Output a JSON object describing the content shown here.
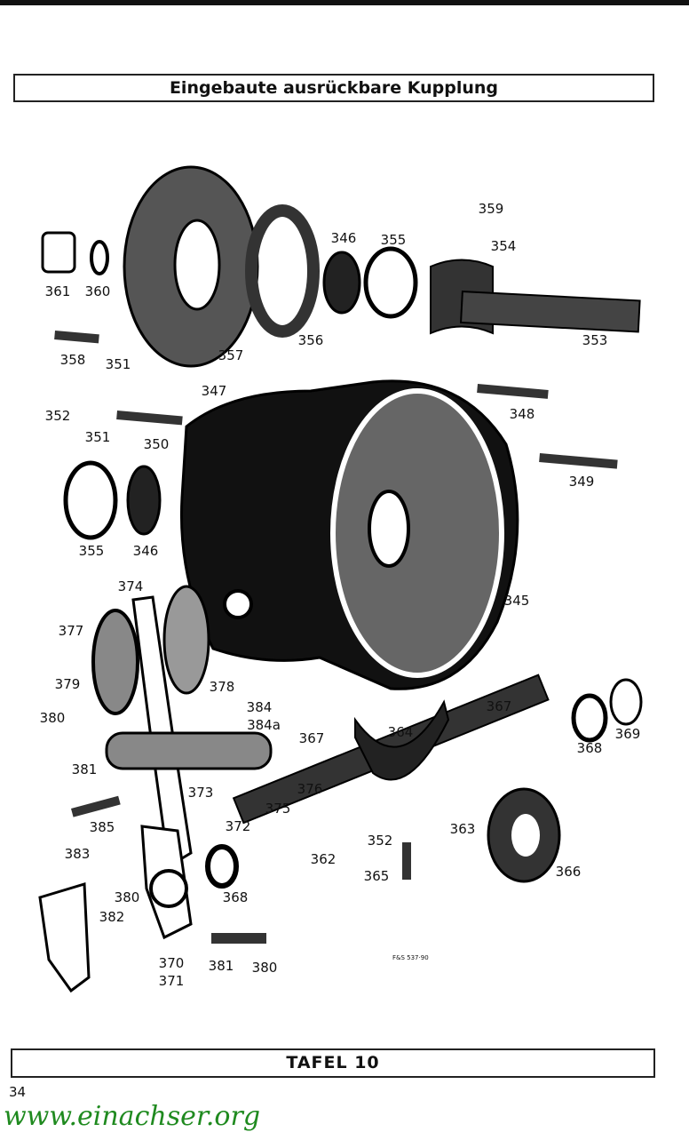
{
  "title": "Eingebaute ausrückbare Kupplung",
  "footer": "TAFEL 10",
  "page_number": "34",
  "watermark": "www.einachser.org",
  "drawing_code": "F&S 537·90",
  "labels": [
    "359",
    "346",
    "355",
    "354",
    "361",
    "360",
    "353",
    "356",
    "358",
    "351",
    "357",
    "347",
    "352",
    "351",
    "350",
    "348",
    "349",
    "355",
    "346",
    "374",
    "345",
    "377",
    "379",
    "378",
    "384",
    "384a",
    "380",
    "367",
    "369",
    "364",
    "368",
    "367",
    "381",
    "376",
    "373",
    "375",
    "372",
    "385",
    "363",
    "352",
    "383",
    "362",
    "366",
    "365",
    "380",
    "382",
    "368",
    "370",
    "371",
    "381",
    "380"
  ]
}
